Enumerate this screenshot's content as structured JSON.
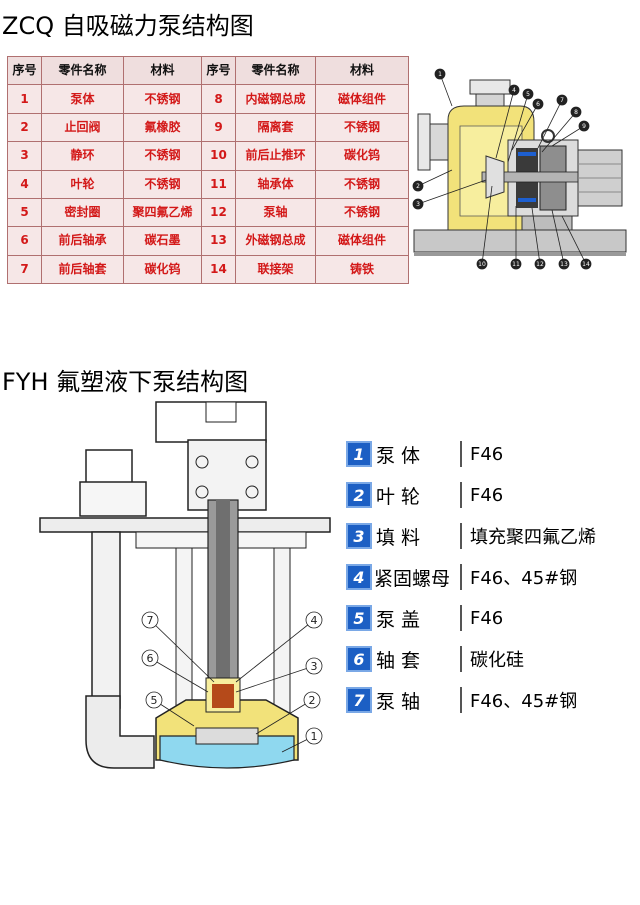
{
  "zcq": {
    "title": "ZCQ 自吸磁力泵结构图",
    "headers": [
      "序号",
      "零件名称",
      "材料",
      "序号",
      "零件名称",
      "材料"
    ],
    "rows": [
      [
        "1",
        "泵体",
        "不锈钢",
        "8",
        "内磁钢总成",
        "磁体组件"
      ],
      [
        "2",
        "止回阀",
        "氟橡胶",
        "9",
        "隔离套",
        "不锈钢"
      ],
      [
        "3",
        "静环",
        "不锈钢",
        "10",
        "前后止推环",
        "碳化钨"
      ],
      [
        "4",
        "叶轮",
        "不锈钢",
        "11",
        "轴承体",
        "不锈钢"
      ],
      [
        "5",
        "密封圈",
        "聚四氟乙烯",
        "12",
        "泵轴",
        "不锈钢"
      ],
      [
        "6",
        "前后轴承",
        "碳石墨",
        "13",
        "外磁钢总成",
        "磁体组件"
      ],
      [
        "7",
        "前后轴套",
        "碳化钨",
        "14",
        "联接架",
        "铸铁"
      ]
    ],
    "callouts": [
      "1",
      "2",
      "3",
      "4",
      "5",
      "6",
      "7",
      "8",
      "9",
      "10",
      "11",
      "12",
      "13",
      "14"
    ]
  },
  "fyh": {
    "title": "FYH 氟塑液下泵结构图",
    "legend": [
      {
        "num": "1",
        "name": "泵体",
        "material": "F46"
      },
      {
        "num": "2",
        "name": "叶轮",
        "material": "F46"
      },
      {
        "num": "3",
        "name": "填料",
        "material": "填充聚四氟乙烯"
      },
      {
        "num": "4",
        "name": "紧固螺母",
        "material": "F46、45#钢"
      },
      {
        "num": "5",
        "name": "泵盖",
        "material": "F46"
      },
      {
        "num": "6",
        "name": "轴套",
        "material": "碳化硅"
      },
      {
        "num": "7",
        "name": "泵轴",
        "material": "F46、45#钢"
      }
    ],
    "callouts": [
      "1",
      "2",
      "3",
      "4",
      "5",
      "6",
      "7"
    ]
  },
  "colors": {
    "table_text": "#d31919",
    "table_bg": "#f6e7e7",
    "badge_blue": "#1c5fc4",
    "casing_yellow": "#f2e27a",
    "fluid_cyan": "#8fd8ef"
  }
}
